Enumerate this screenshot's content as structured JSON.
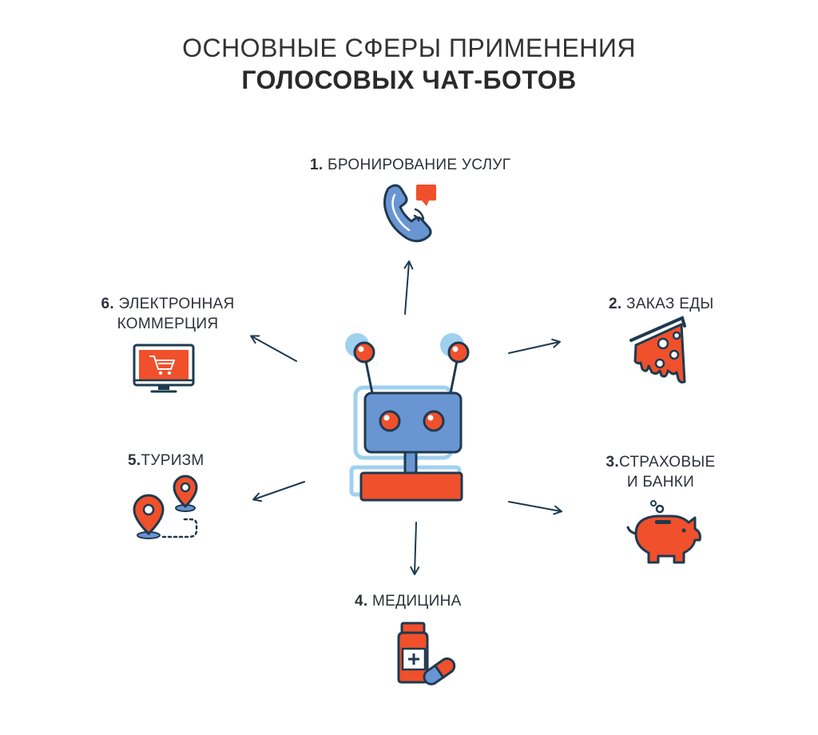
{
  "title": {
    "line1": "ОСНОВНЫЕ СФЕРЫ ПРИМЕНЕНИЯ",
    "line2": "ГОЛОСОВЫХ ЧАТ-БОТОВ"
  },
  "items": [
    {
      "num": "1.",
      "text": "БРОНИРОВАНИЕ УСЛУГ",
      "icon": "phone-chat-icon"
    },
    {
      "num": "2.",
      "text": "ЗАКАЗ ЕДЫ",
      "icon": "pizza-slice-icon"
    },
    {
      "num": "3.",
      "text": "СТРАХОВЫЕ",
      "text2": "И БАНКИ",
      "icon": "piggy-bank-icon"
    },
    {
      "num": "4.",
      "text": "МЕДИЦИНА",
      "icon": "medicine-icon"
    },
    {
      "num": "5.",
      "text": "ТУРИЗМ",
      "icon": "map-route-icon"
    },
    {
      "num": "6.",
      "text": "ЭЛЕКТРОННАЯ",
      "text2": "КОММЕРЦИЯ",
      "icon": "shopping-monitor-icon"
    }
  ],
  "center_icon": "robot-icon",
  "colors": {
    "red": "#f0502c",
    "blue": "#6a95d3",
    "light_blue": "#9fd0f0",
    "outline": "#1e3a4f"
  }
}
